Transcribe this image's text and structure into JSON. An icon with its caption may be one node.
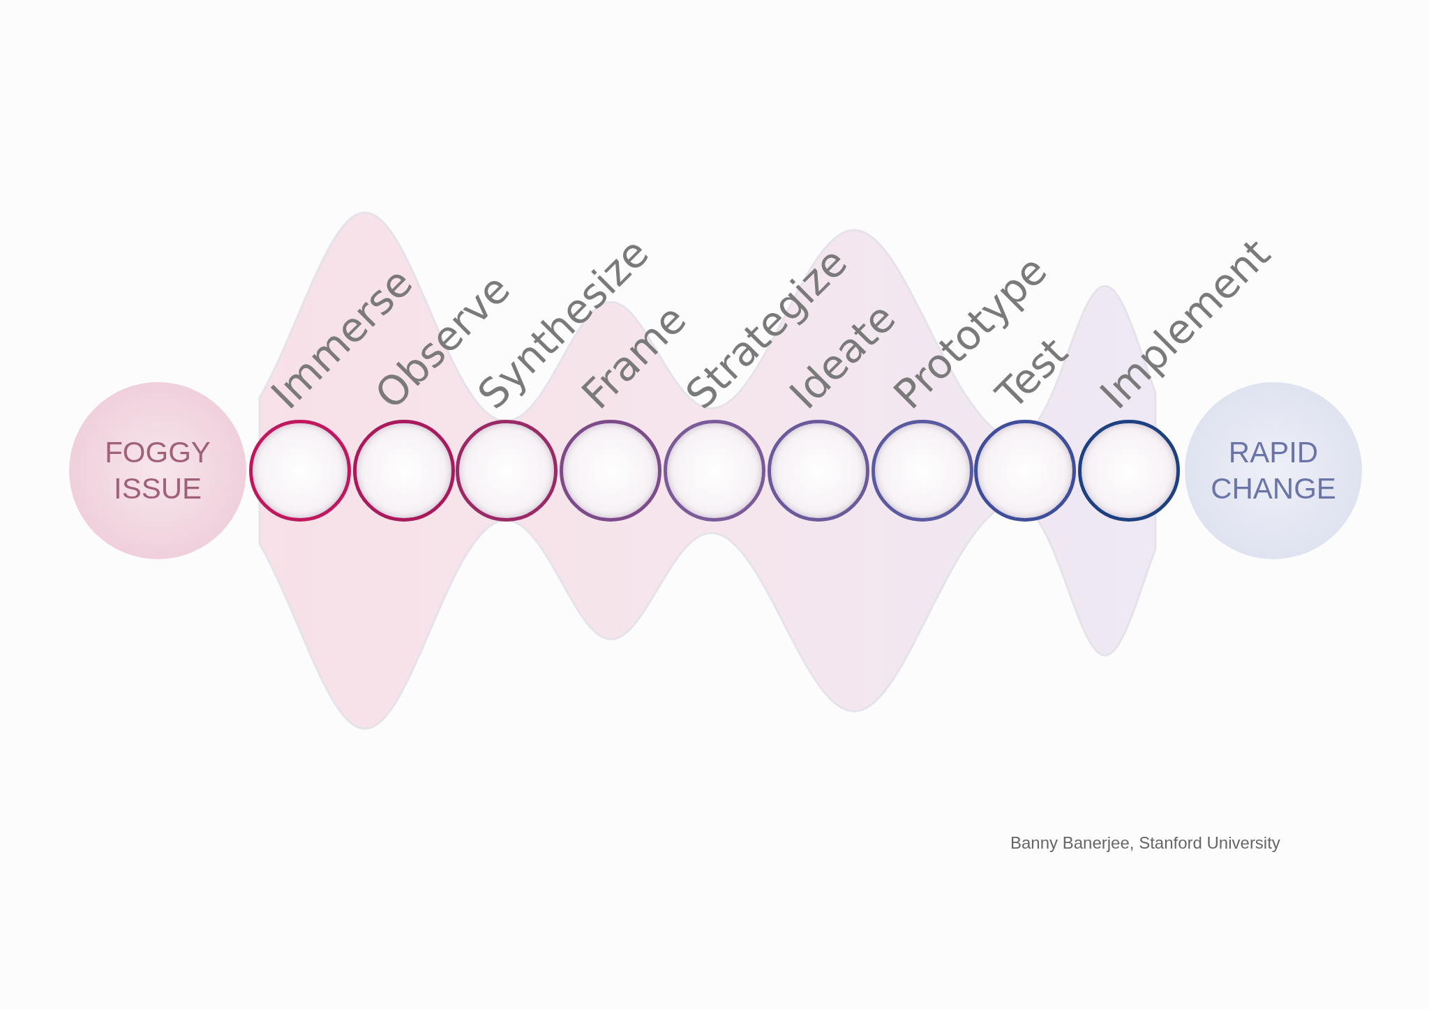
{
  "diagram": {
    "nodes": [
      {
        "text": [
          "FOGGY ISSUE"
        ]
      },
      {
        "text": [
          "Immerse"
        ]
      },
      {
        "text": [
          "Observe"
        ]
      },
      {
        "text": [
          "Synthesize"
        ]
      },
      {
        "text": [
          "Frame"
        ]
      },
      {
        "text": [
          "Strategize"
        ]
      },
      {
        "text": [
          "Ideate"
        ]
      },
      {
        "text": [
          "Prototype"
        ]
      },
      {
        "text": [
          "Test"
        ]
      },
      {
        "text": [
          "Implement"
        ]
      },
      {
        "text": [
          "RAPID CHANGE"
        ]
      }
    ],
    "edges": [],
    "labels": [
      "Banny Banerjee, Stanford University"
    ]
  }
}
